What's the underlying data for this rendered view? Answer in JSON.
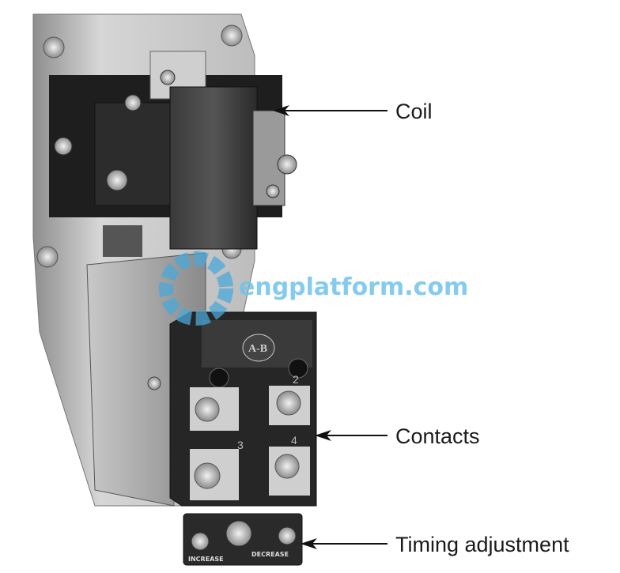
{
  "figure": {
    "labels": {
      "coil": "Coil",
      "contacts": "Contacts",
      "timing": "Timing adjustment"
    },
    "device_markings": {
      "logo": "A-B",
      "terminal_2": "2",
      "terminal_3": "3",
      "terminal_4": "4",
      "increase": "INCREASE",
      "decrease": "DECREASE"
    },
    "watermark": "engplatform.com",
    "colors": {
      "watermark": "#6fc3ea",
      "label": "#1a1a1a"
    }
  }
}
